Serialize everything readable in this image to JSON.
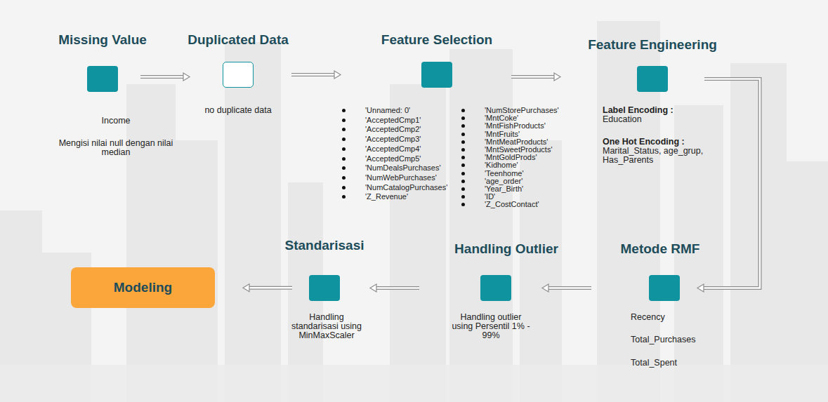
{
  "diagram": {
    "nodes": [
      {
        "text": [
          "Missing Value",
          "Income",
          "Mengisi nilai null dengan nilai median"
        ]
      },
      {
        "text": [
          "Duplicated Data",
          "no duplicate data"
        ]
      },
      {
        "text": [
          "Feature Selection",
          "'Unnamed: 0'",
          "'AcceptedCmp1'",
          "'AcceptedCmp2'",
          "'AcceptedCmp3'",
          "'AcceptedCmp4'",
          "'AcceptedCmp5'",
          "'NumDealsPurchases'",
          "'NumWebPurchases'",
          "'NumCatalogPurchases'",
          "'Z_Revenue'",
          "'NumStorePurchases'",
          "'MntCoke'",
          "'MntFishProducts'",
          "'MntFruits'",
          "'MntMeatProducts'",
          "'MntSweetProducts'",
          "'MntGoldProds'",
          "'Kidhome'",
          "'Teenhome'",
          "'age_order'",
          "'Year_Birth'",
          "'ID'",
          "'Z_CostContact'"
        ]
      },
      {
        "text": [
          "Feature Engineering",
          "Label Encoding :",
          "Education",
          "One Hot Encoding :",
          "Marital_Status, age_grup, Has_Parents"
        ]
      },
      {
        "text": [
          "Metode RMF",
          "Recency",
          "Total_Purchases",
          "Total_Spent"
        ]
      },
      {
        "text": [
          "Handling Outlier",
          "Handling outlier using Persentil 1% - 99%"
        ]
      },
      {
        "text": [
          "Standarisasi",
          "Handling standarisasi using MinMaxScaler"
        ]
      },
      {
        "text": [
          "Modeling"
        ]
      }
    ],
    "edges": [
      {
        "from": 0,
        "to": 1,
        "arrow": "to"
      },
      {
        "from": 1,
        "to": 2,
        "arrow": "to"
      },
      {
        "from": 2,
        "to": 3,
        "arrow": "to"
      },
      {
        "from": 3,
        "to": 4,
        "arrow": "to"
      },
      {
        "from": 4,
        "to": 5,
        "arrow": "to"
      },
      {
        "from": 5,
        "to": 6,
        "arrow": "to"
      },
      {
        "from": 6,
        "to": 7,
        "arrow": "to"
      }
    ]
  }
}
